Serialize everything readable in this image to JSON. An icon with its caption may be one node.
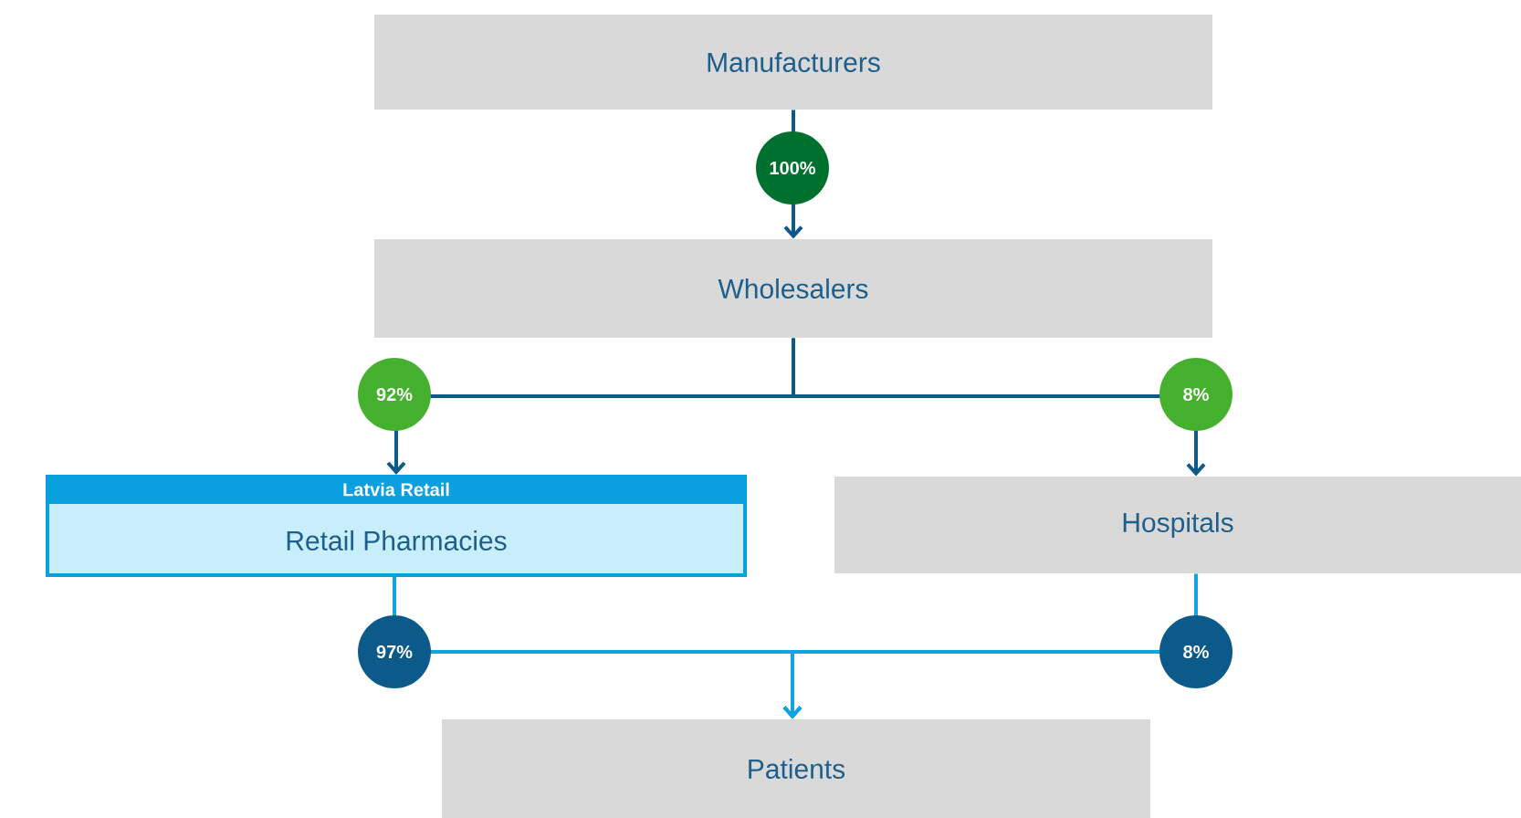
{
  "diagram": {
    "nodes": [
      {
        "text": [
          "Manufacturers"
        ]
      },
      {
        "text": [
          "Wholesalers"
        ]
      },
      {
        "text": [
          "Latvia Retail",
          "Retail Pharmacies"
        ]
      },
      {
        "text": [
          "Hospitals"
        ]
      },
      {
        "text": [
          "Patients"
        ]
      }
    ],
    "edges": [
      {
        "from": 0,
        "to": 1,
        "arrow": "to",
        "label": "100%"
      },
      {
        "from": 1,
        "to": 2,
        "arrow": "to",
        "label": "92%"
      },
      {
        "from": 1,
        "to": 3,
        "arrow": "to",
        "label": "8%"
      },
      {
        "from": 2,
        "to": 4,
        "arrow": "to",
        "label": "97%",
        "color": "#0ea5e0"
      },
      {
        "from": 3,
        "to": 4,
        "arrow": "to",
        "label": "8%",
        "color": "#0ea5e0"
      }
    ]
  }
}
